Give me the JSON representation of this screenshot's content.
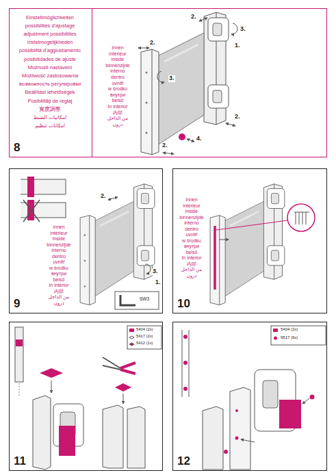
{
  "diagram": {
    "nodes": [
      {
        "text": [
          "8"
        ]
      },
      {
        "text": [
          "Einstellmöglichkeiten",
          "possibilités d'ajustage",
          "adjustment possibilities",
          "Instelmogelijkheden",
          "possibilità d'aggiustamento",
          "posibilidades de ajuste",
          "Možnosti nastavení",
          "Możliwość zastosowania",
          "возможность регулировки",
          "Beállítási lehetőségek",
          "Posibilităţi de reglaj",
          "寬度調整",
          "امكانيات الضبط",
          "امكانات تنظيم"
        ],
        "in": 0
      },
      {
        "text": [
          "9"
        ]
      },
      {
        "text": [
          "10"
        ]
      },
      {
        "text": [
          "11"
        ]
      },
      {
        "text": [
          "12"
        ]
      }
    ],
    "labels": [
      "2.",
      "3.",
      "1.",
      "2.",
      "3.",
      "2.",
      "2.",
      "4.",
      "innen",
      "intérieur",
      "inside",
      "binnenzijde",
      "interno",
      "dentro",
      "uvnitř",
      "w środku",
      "внутри",
      "belső",
      "în interior",
      "内部",
      "من الداخل",
      "درون",
      "2.",
      "3.",
      "1.",
      "innen",
      "intérieur",
      "inside",
      "binnenzijde",
      "interno",
      "dentro",
      "uvnitř",
      "w środku",
      "внутри",
      "belső",
      "în interior",
      "内部",
      "من الداخل",
      "درون",
      "SW3",
      "innen",
      "intérieur",
      "inside",
      "binnenzijde",
      "interno",
      "dentro",
      "uvnitř",
      "w środku",
      "внутри",
      "belső",
      "în interior",
      "内部",
      "من الداخل",
      "درون",
      "5404 (2x)",
      "5417 (2x)",
      "5412 (1x)",
      "5404 (2x)",
      "9517 (6x)"
    ]
  }
}
